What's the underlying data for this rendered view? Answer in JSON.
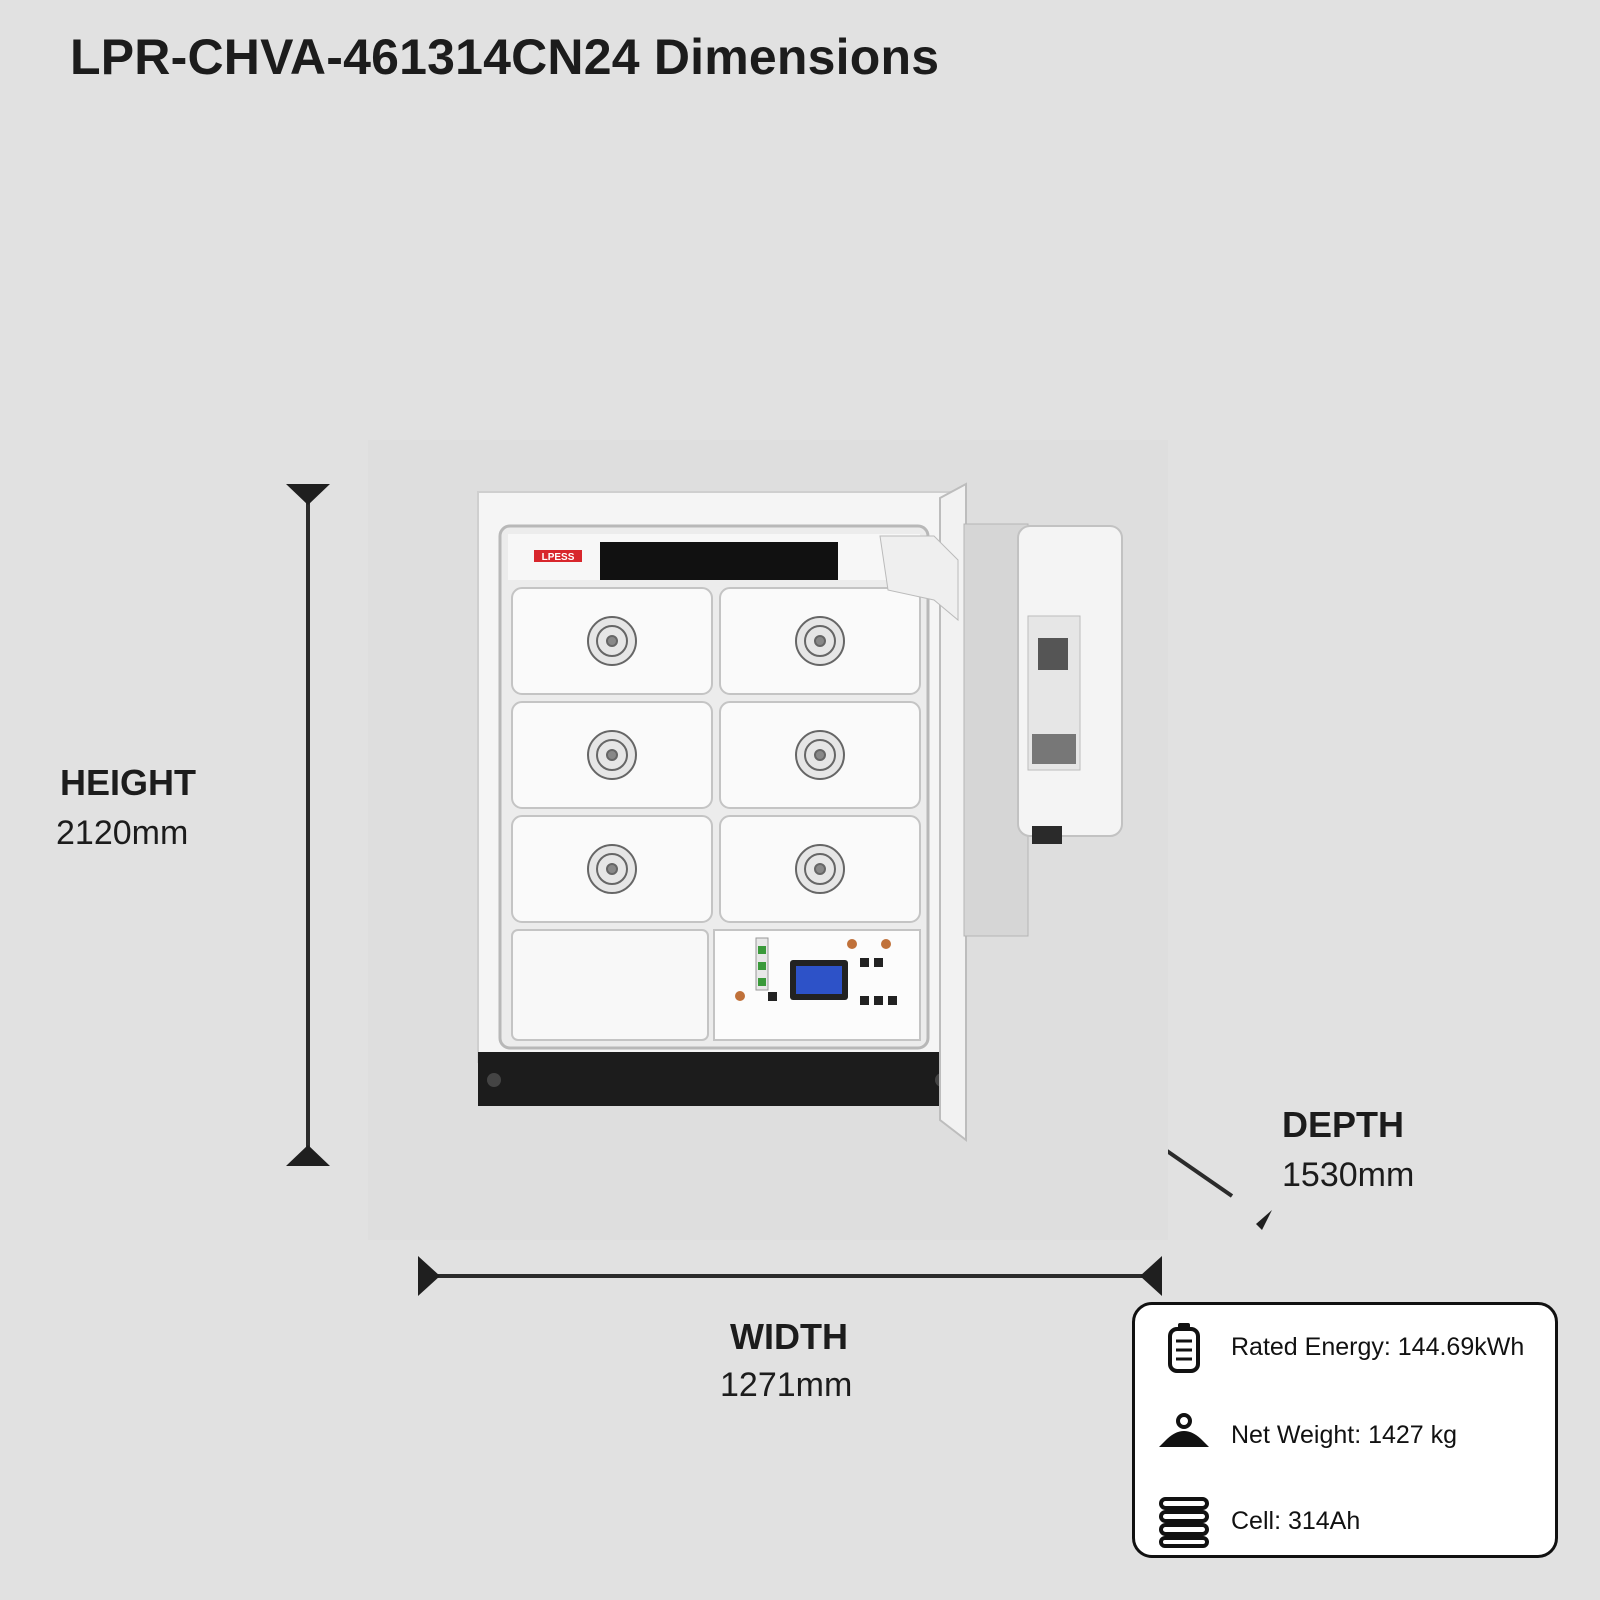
{
  "title": "LPR-CHVA-461314CN24 Dimensions",
  "brand_logo_text": "LPESS",
  "dimensions": {
    "height": {
      "label": "HEIGHT",
      "value": "2120mm"
    },
    "width": {
      "label": "WIDTH",
      "value": "1271mm"
    },
    "depth": {
      "label": "DEPTH",
      "value": "1530mm"
    }
  },
  "specs": [
    {
      "icon": "battery-icon",
      "text": "Rated Energy: 144.69kWh"
    },
    {
      "icon": "weight-icon",
      "text": "Net Weight: 1427 kg"
    },
    {
      "icon": "cell-stack-icon",
      "text": "Cell: 314Ah"
    }
  ],
  "colors": {
    "background": "#e1e1e1",
    "logo_red": "#d8262c",
    "screen_blue": "#2d52c8"
  }
}
